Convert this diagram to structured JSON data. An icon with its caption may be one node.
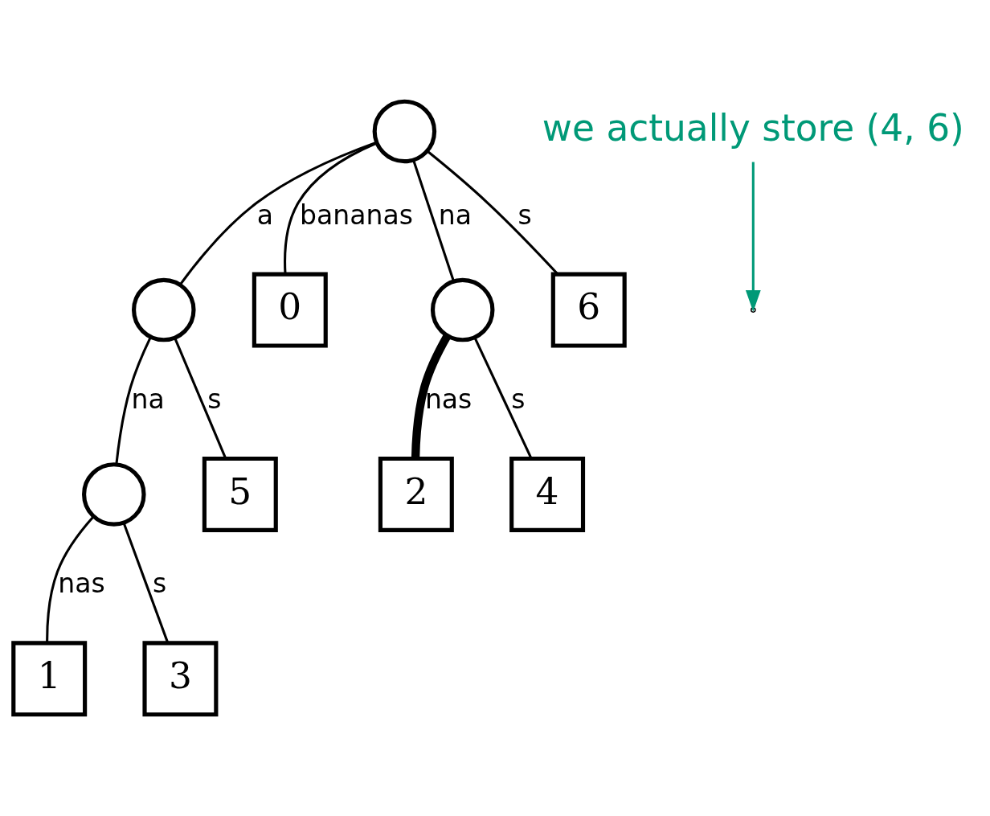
{
  "diagram": {
    "nodes": [
      {
        "text": [],
        "shape": "circle"
      },
      {
        "text": [],
        "shape": "circle"
      },
      {
        "text": [
          "0"
        ]
      },
      {
        "text": [],
        "shape": "circle"
      },
      {
        "text": [
          "6"
        ]
      },
      {
        "text": [],
        "shape": "circle"
      },
      {
        "text": [
          "5"
        ]
      },
      {
        "text": [
          "2"
        ]
      },
      {
        "text": [
          "4"
        ]
      },
      {
        "text": [
          "1"
        ]
      },
      {
        "text": [
          "3"
        ]
      },
      {
        "text": [
          "we actually store (4, 6)"
        ]
      }
    ],
    "edges": [
      {
        "from": 0,
        "to": 1,
        "arrow": "none",
        "label": "a"
      },
      {
        "from": 0,
        "to": 2,
        "arrow": "none",
        "label": "bananas"
      },
      {
        "from": 0,
        "to": 3,
        "arrow": "none",
        "label": "na"
      },
      {
        "from": 0,
        "to": 4,
        "arrow": "none",
        "label": "s"
      },
      {
        "from": 1,
        "to": 5,
        "arrow": "none",
        "label": "na"
      },
      {
        "from": 1,
        "to": 6,
        "arrow": "none",
        "label": "s"
      },
      {
        "from": 3,
        "to": 7,
        "arrow": "none",
        "label": "nas",
        "style": "thick"
      },
      {
        "from": 3,
        "to": 8,
        "arrow": "none",
        "label": "s"
      },
      {
        "from": 5,
        "to": 9,
        "arrow": "none",
        "label": "nas"
      },
      {
        "from": 5,
        "to": 10,
        "arrow": "none",
        "label": "s"
      },
      {
        "from": 11,
        "to": null,
        "arrow": "to",
        "color": "#009977"
      }
    ]
  }
}
